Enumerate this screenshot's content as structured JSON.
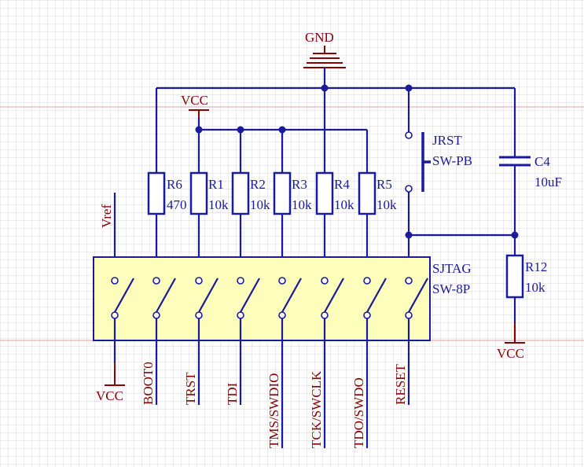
{
  "nets": {
    "gnd": "GND",
    "vcc_top": "VCC",
    "vcc_bottom_left": "VCC",
    "vcc_bottom_right": "VCC",
    "vref": "Vref"
  },
  "resistors": [
    {
      "ref": "R6",
      "value": "470"
    },
    {
      "ref": "R1",
      "value": "10k"
    },
    {
      "ref": "R2",
      "value": "10k"
    },
    {
      "ref": "R3",
      "value": "10k"
    },
    {
      "ref": "R4",
      "value": "10k"
    },
    {
      "ref": "R5",
      "value": "10k"
    }
  ],
  "switch_jrst": {
    "ref": "JRST",
    "value": "SW-PB"
  },
  "capacitor": {
    "ref": "C4",
    "value": "10uF"
  },
  "resistor_r12": {
    "ref": "R12",
    "value": "10k"
  },
  "dip_switch": {
    "ref": "SJTAG",
    "value": "SW-8P"
  },
  "signals": [
    "BOOT0",
    "TRST",
    "TDI",
    "TMS/SWDIO",
    "TCK/SWCLK",
    "TDO/SWDO",
    "RESET"
  ],
  "colors": {
    "wire": "#1a1a9c",
    "net_label": "#8b0000",
    "component_fill": "#fefebc"
  }
}
